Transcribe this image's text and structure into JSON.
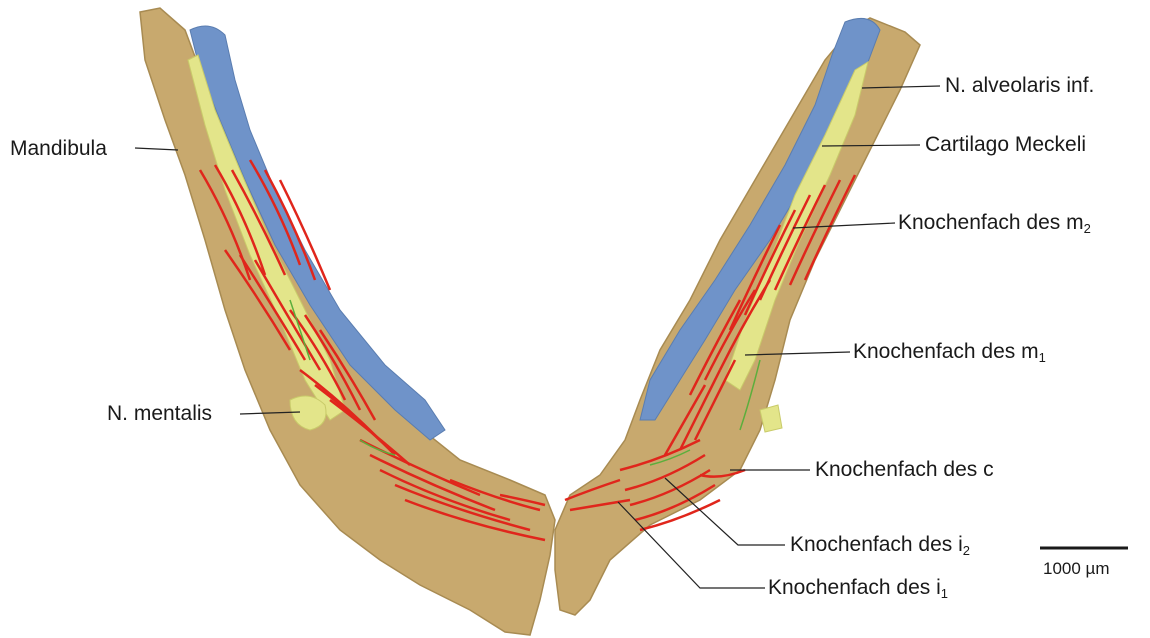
{
  "labels": {
    "mandibula": "Mandibula",
    "n_alveolaris": "N. alveolaris inf.",
    "cartilago": "Cartilago Meckeli",
    "m2": {
      "text": "Knochenfach des m",
      "sub": "2"
    },
    "m1": {
      "text": "Knochenfach des m",
      "sub": "1"
    },
    "n_mentalis": "N. mentalis",
    "c": "Knochenfach des c",
    "i2": {
      "text": "Knochenfach des i",
      "sub": "2"
    },
    "i1": {
      "text": "Knochenfach des i",
      "sub": "1"
    }
  },
  "scale_bar": {
    "label": "1000 µm"
  },
  "colors": {
    "bone": "#c8a96e",
    "bone_dark": "#a88b52",
    "cartilage": "#6f93c9",
    "nerve": "#e3e58a",
    "tooth_sockets": "#e0261c",
    "vessels": "#5cae3c",
    "leader": "#222222"
  }
}
